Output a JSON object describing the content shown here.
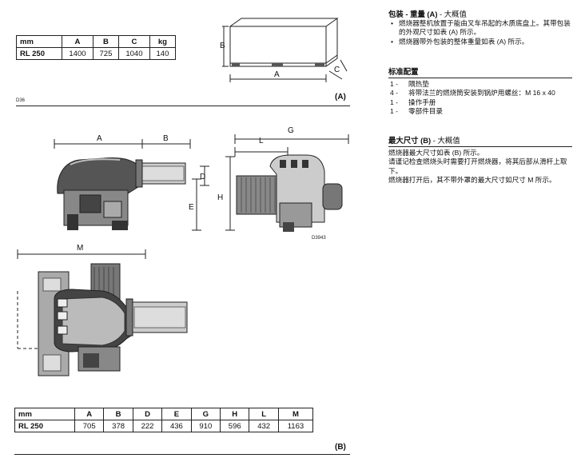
{
  "table_a": {
    "headers": [
      "mm",
      "A",
      "B",
      "C",
      "kg"
    ],
    "row": [
      "RL 250",
      "1400",
      "725",
      "1040",
      "140"
    ]
  },
  "table_b": {
    "headers": [
      "mm",
      "A",
      "B",
      "D",
      "E",
      "G",
      "H",
      "L",
      "M"
    ],
    "row": [
      "RL 250",
      "705",
      "378",
      "222",
      "436",
      "910",
      "596",
      "432",
      "1163"
    ]
  },
  "figure_codes": {
    "d36": "D36",
    "d3943": "D3943"
  },
  "tags": {
    "a": "(A)",
    "b": "(B)"
  },
  "dim_labels": {
    "A": "A",
    "B": "B",
    "C": "C",
    "D": "D",
    "E": "E",
    "G": "G",
    "H": "H",
    "L": "L",
    "M": "M"
  },
  "packaging": {
    "title": "包装 - 重量 (A)",
    "subtitle": " - 大概值",
    "bullet": "•",
    "items": [
      "燃烧器整机放置于能由叉车吊起的木质底盘上。其带包装的外观尺寸如表 (A) 所示。",
      "燃烧器带外包装的整体重量如表 (A) 所示。"
    ]
  },
  "standard": {
    "title": "标准配置",
    "items": [
      {
        "n": "1",
        "dash": "-",
        "text": "隔热垫"
      },
      {
        "n": "4",
        "dash": "-",
        "text": "将带法兰的燃烧筒安装到锅炉用螺丝：M 16 x 40"
      },
      {
        "n": "1",
        "dash": "-",
        "text": "操作手册"
      },
      {
        "n": "1",
        "dash": "-",
        "text": "零部件目录"
      }
    ]
  },
  "max_dims": {
    "title": "最大尺寸 (B)",
    "subtitle": " - 大概值",
    "lines": [
      "燃烧器最大尺寸如表 (B) 所示。",
      "请谨记检查燃烧头时需要打开燃烧器，将其后部从滑杆上取下。",
      "燃烧器打开后，其不带外罩的最大尺寸如尺寸 M 所示。"
    ]
  }
}
